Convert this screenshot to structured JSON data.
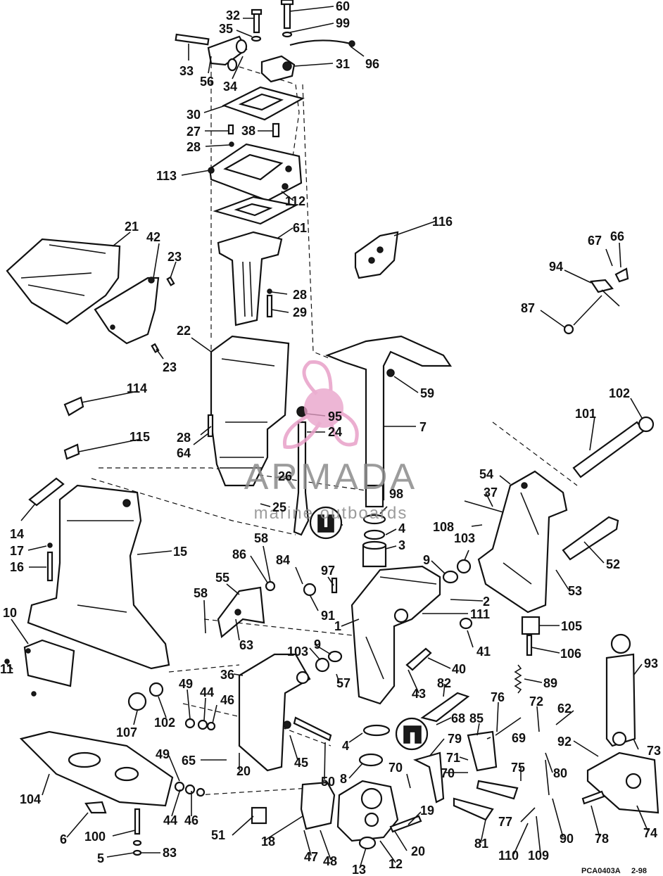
{
  "watermark": {
    "brand": "ARMADA",
    "tagline": "marine outboards",
    "color": "#e8a0c8"
  },
  "footer": {
    "code": "PCA0403A",
    "date": "2-98"
  },
  "callouts": [
    {
      "id": "c60",
      "text": "60"
    },
    {
      "id": "c32",
      "text": "32"
    },
    {
      "id": "c99",
      "text": "99"
    },
    {
      "id": "c35",
      "text": "35"
    },
    {
      "id": "c96",
      "text": "96"
    },
    {
      "id": "c33",
      "text": "33"
    },
    {
      "id": "c56",
      "text": "56"
    },
    {
      "id": "c34",
      "text": "34"
    },
    {
      "id": "c31",
      "text": "31"
    },
    {
      "id": "c30",
      "text": "30"
    },
    {
      "id": "c27",
      "text": "27"
    },
    {
      "id": "c38",
      "text": "38"
    },
    {
      "id": "c28a",
      "text": "28"
    },
    {
      "id": "c113",
      "text": "113"
    },
    {
      "id": "c112",
      "text": "112"
    },
    {
      "id": "c61",
      "text": "61"
    },
    {
      "id": "c116",
      "text": "116"
    },
    {
      "id": "c21",
      "text": "21"
    },
    {
      "id": "c42",
      "text": "42"
    },
    {
      "id": "c23a",
      "text": "23"
    },
    {
      "id": "c67",
      "text": "67"
    },
    {
      "id": "c66",
      "text": "66"
    },
    {
      "id": "c94",
      "text": "94"
    },
    {
      "id": "c28b",
      "text": "28"
    },
    {
      "id": "c29",
      "text": "29"
    },
    {
      "id": "c87",
      "text": "87"
    },
    {
      "id": "c22",
      "text": "22"
    },
    {
      "id": "c23b",
      "text": "23"
    },
    {
      "id": "c59",
      "text": "59"
    },
    {
      "id": "c114",
      "text": "114"
    },
    {
      "id": "c102a",
      "text": "102"
    },
    {
      "id": "c95",
      "text": "95"
    },
    {
      "id": "c7",
      "text": "7"
    },
    {
      "id": "c101",
      "text": "101"
    },
    {
      "id": "c28c",
      "text": "28"
    },
    {
      "id": "c24",
      "text": "24"
    },
    {
      "id": "c64",
      "text": "64"
    },
    {
      "id": "c115",
      "text": "115"
    },
    {
      "id": "c26",
      "text": "26"
    },
    {
      "id": "c54",
      "text": "54"
    },
    {
      "id": "c37",
      "text": "37"
    },
    {
      "id": "c25",
      "text": "25"
    },
    {
      "id": "c98",
      "text": "98"
    },
    {
      "id": "c14",
      "text": "14"
    },
    {
      "id": "c108",
      "text": "108"
    },
    {
      "id": "c4a",
      "text": "4"
    },
    {
      "id": "c103a",
      "text": "103"
    },
    {
      "id": "c17",
      "text": "17"
    },
    {
      "id": "c58a",
      "text": "58"
    },
    {
      "id": "c3",
      "text": "3"
    },
    {
      "id": "c15",
      "text": "15"
    },
    {
      "id": "c52",
      "text": "52"
    },
    {
      "id": "c86",
      "text": "86"
    },
    {
      "id": "c84",
      "text": "84"
    },
    {
      "id": "c9a",
      "text": "9"
    },
    {
      "id": "c16",
      "text": "16"
    },
    {
      "id": "c97",
      "text": "97"
    },
    {
      "id": "c55",
      "text": "55"
    },
    {
      "id": "c53",
      "text": "53"
    },
    {
      "id": "c58b",
      "text": "58"
    },
    {
      "id": "c2",
      "text": "2"
    },
    {
      "id": "c91",
      "text": "91"
    },
    {
      "id": "c10",
      "text": "10"
    },
    {
      "id": "c111",
      "text": "111"
    },
    {
      "id": "c1",
      "text": "1"
    },
    {
      "id": "c105",
      "text": "105"
    },
    {
      "id": "c63",
      "text": "63"
    },
    {
      "id": "c41",
      "text": "41"
    },
    {
      "id": "c103b",
      "text": "103"
    },
    {
      "id": "c9b",
      "text": "9"
    },
    {
      "id": "c106",
      "text": "106"
    },
    {
      "id": "c93",
      "text": "93"
    },
    {
      "id": "c11",
      "text": "11"
    },
    {
      "id": "c36",
      "text": "36"
    },
    {
      "id": "c40",
      "text": "40"
    },
    {
      "id": "c89",
      "text": "89"
    },
    {
      "id": "c49a",
      "text": "49"
    },
    {
      "id": "c44a",
      "text": "44"
    },
    {
      "id": "c57",
      "text": "57"
    },
    {
      "id": "c82",
      "text": "82"
    },
    {
      "id": "c43",
      "text": "43"
    },
    {
      "id": "c46a",
      "text": "46"
    },
    {
      "id": "c76",
      "text": "76"
    },
    {
      "id": "c72",
      "text": "72"
    },
    {
      "id": "c62",
      "text": "62"
    },
    {
      "id": "c107",
      "text": "107"
    },
    {
      "id": "c102b",
      "text": "102"
    },
    {
      "id": "c85",
      "text": "85"
    },
    {
      "id": "c68",
      "text": "68"
    },
    {
      "id": "c69",
      "text": "69"
    },
    {
      "id": "c92",
      "text": "92"
    },
    {
      "id": "c4b",
      "text": "4"
    },
    {
      "id": "c79",
      "text": "79"
    },
    {
      "id": "c73",
      "text": "73"
    },
    {
      "id": "c65",
      "text": "65"
    },
    {
      "id": "c45",
      "text": "45"
    },
    {
      "id": "c49b",
      "text": "49"
    },
    {
      "id": "c20a",
      "text": "20"
    },
    {
      "id": "c71",
      "text": "71"
    },
    {
      "id": "c75",
      "text": "75"
    },
    {
      "id": "c80",
      "text": "80"
    },
    {
      "id": "c70a",
      "text": "70"
    },
    {
      "id": "c70b",
      "text": "70"
    },
    {
      "id": "c8",
      "text": "8"
    },
    {
      "id": "c50",
      "text": "50"
    },
    {
      "id": "c104",
      "text": "104"
    },
    {
      "id": "c44b",
      "text": "44"
    },
    {
      "id": "c46b",
      "text": "46"
    },
    {
      "id": "c19",
      "text": "19"
    },
    {
      "id": "c77",
      "text": "77"
    },
    {
      "id": "c74",
      "text": "74"
    },
    {
      "id": "c6",
      "text": "6"
    },
    {
      "id": "c100",
      "text": "100"
    },
    {
      "id": "c51",
      "text": "51"
    },
    {
      "id": "c18",
      "text": "18"
    },
    {
      "id": "c20b",
      "text": "20"
    },
    {
      "id": "c81",
      "text": "81"
    },
    {
      "id": "c90",
      "text": "90"
    },
    {
      "id": "c78",
      "text": "78"
    },
    {
      "id": "c5",
      "text": "5"
    },
    {
      "id": "c83",
      "text": "83"
    },
    {
      "id": "c47",
      "text": "47"
    },
    {
      "id": "c48",
      "text": "48"
    },
    {
      "id": "c12",
      "text": "12"
    },
    {
      "id": "c13",
      "text": "13"
    },
    {
      "id": "c110",
      "text": "110"
    },
    {
      "id": "c109",
      "text": "109"
    }
  ]
}
